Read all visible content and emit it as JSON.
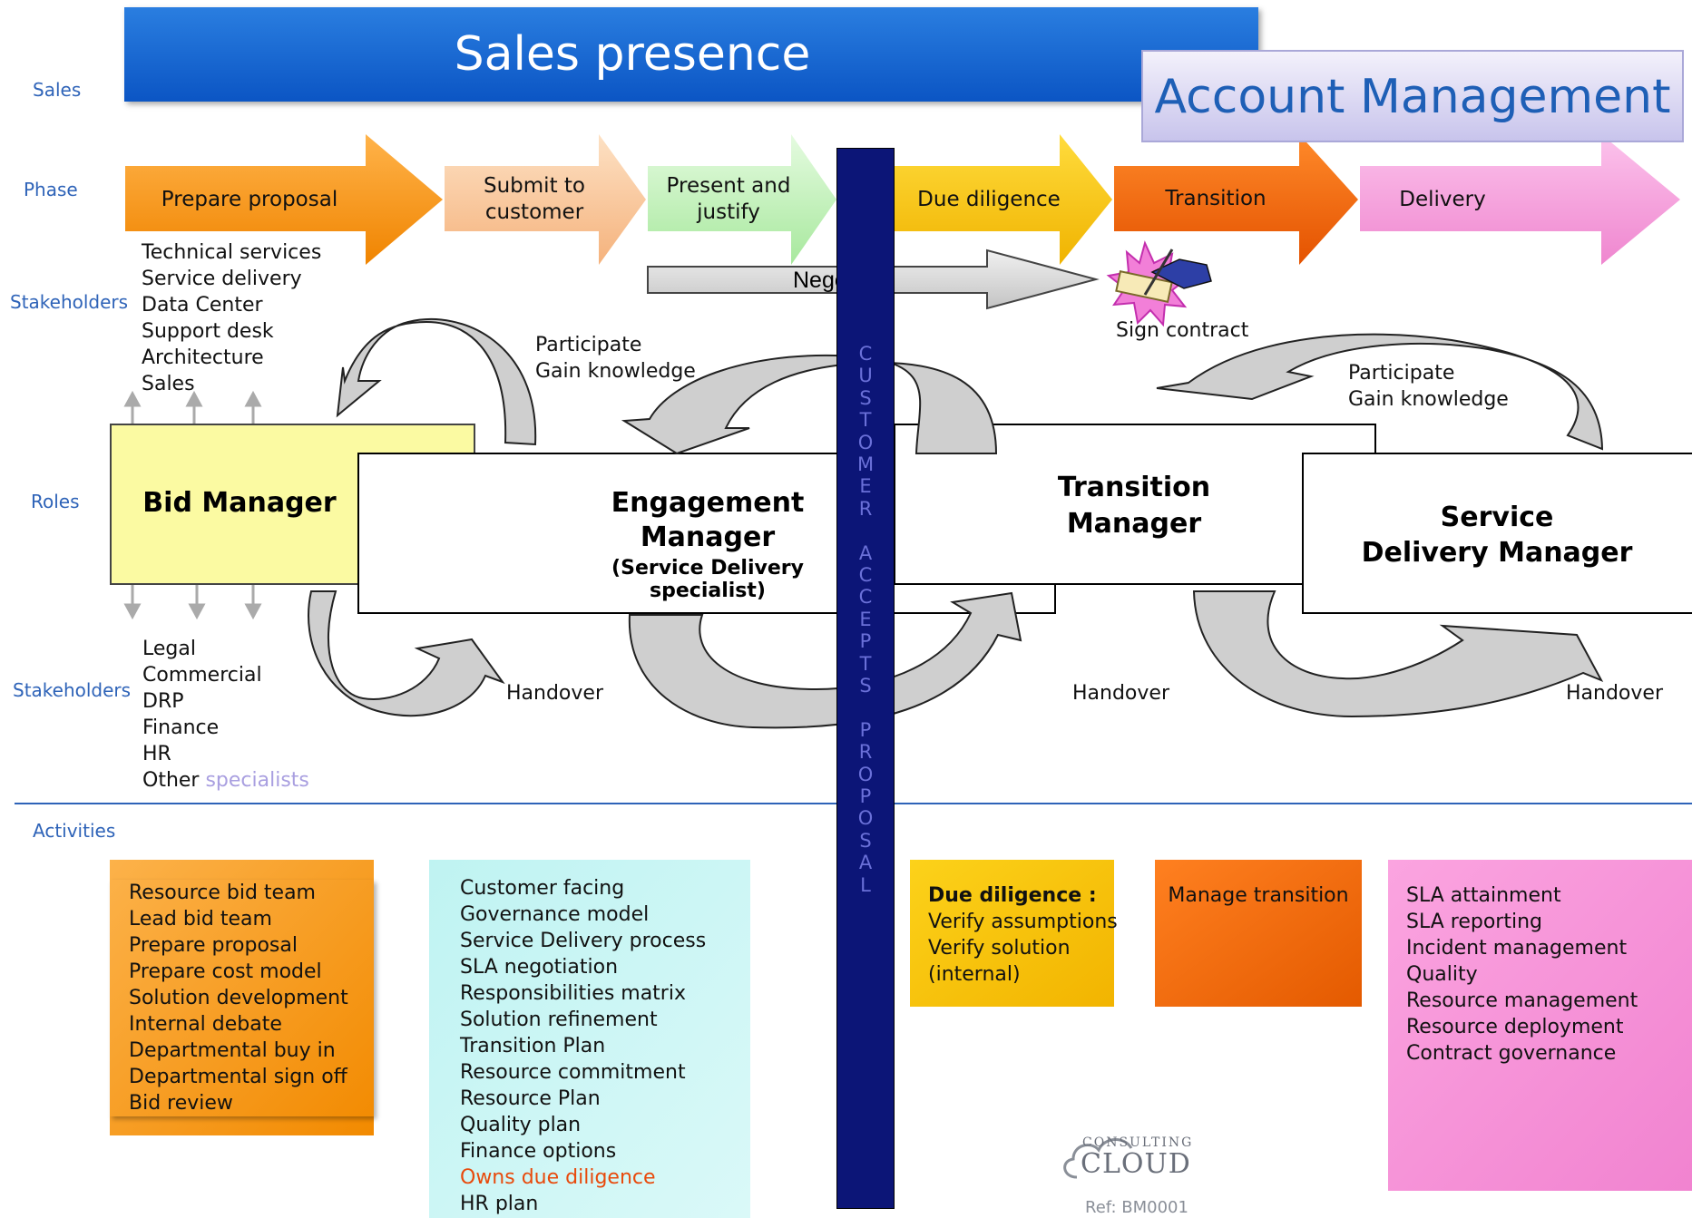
{
  "lanes": {
    "sales": "Sales",
    "phase": "Phase",
    "stakeholders_top": "Stakeholders",
    "roles": "Roles",
    "stakeholders_bottom": "Stakeholders",
    "activities": "Activities"
  },
  "banners": {
    "sales_presence": "Sales presence",
    "account_management": "Account Management"
  },
  "phases": [
    {
      "label": "Prepare proposal",
      "color": "#f7930e"
    },
    {
      "label": "Submit to customer",
      "line1": "Submit to",
      "line2": "customer",
      "color": "#f7c79a"
    },
    {
      "label": "Present and justify",
      "line1": "Present and",
      "line2": "justify",
      "color": "#c6f2c0"
    },
    {
      "label": "Due diligence",
      "color": "#f8c400"
    },
    {
      "label": "Transition",
      "color": "#f26a10"
    },
    {
      "label": "Delivery",
      "color": "#f59ad8"
    }
  ],
  "negotiate": "Negotiate",
  "sign_contract": "Sign contract",
  "customer_accepts_proposal": [
    "C",
    "U",
    "S",
    "T",
    "O",
    "M",
    "E",
    "R",
    "",
    "A",
    "C",
    "C",
    "E",
    "P",
    "T",
    "S",
    "",
    "P",
    "R",
    "O",
    "P",
    "O",
    "S",
    "A",
    "L"
  ],
  "stakeholders_top": [
    "Technical services",
    "Service delivery",
    "Data Center",
    "Support desk",
    "Architecture",
    "Sales"
  ],
  "stakeholders_bottom": [
    "Legal",
    "Commercial",
    "DRP",
    "Finance",
    "HR"
  ],
  "stakeholders_bottom_other": "Other",
  "stakeholders_bottom_other_specialists": "specialists",
  "roles": {
    "bid_manager": "Bid Manager",
    "engagement_manager_line1": "Engagement",
    "engagement_manager_line2": "Manager",
    "engagement_manager_sub": "(Service Delivery specialist)",
    "transition_manager_line1": "Transition",
    "transition_manager_line2": "Manager",
    "service_delivery_manager_line1": "Service",
    "service_delivery_manager_line2": "Delivery Manager"
  },
  "notes": {
    "participate_1": "Participate",
    "gain_knowledge_1": "Gain knowledge",
    "participate_2": "Participate",
    "gain_knowledge_2": "Gain knowledge",
    "handover_1": "Handover",
    "handover_2": "Handover",
    "handover_3": "Handover"
  },
  "activities": {
    "bid": [
      "Resource bid team",
      "Lead bid team",
      "Prepare proposal",
      "Prepare cost model",
      "Solution development",
      "Internal debate",
      "Departmental buy in",
      "Departmental sign off",
      "Bid review"
    ],
    "engagement": [
      "Customer facing",
      "Governance model",
      "Service Delivery process",
      "SLA negotiation",
      "Responsibilities matrix",
      "Solution refinement",
      "Transition Plan",
      "Resource commitment",
      "Resource Plan",
      "Quality plan",
      "Finance options"
    ],
    "engagement_highlight": "Owns due diligence",
    "engagement_last": "HR plan",
    "due_diligence_title": "Due diligence :",
    "due_diligence": [
      "Verify assumptions",
      "Verify solution",
      "(internal)"
    ],
    "transition": "Manage transition",
    "delivery": [
      "SLA attainment",
      "SLA reporting",
      "Incident management",
      "Quality",
      "Resource management",
      "Resource deployment",
      "Contract governance"
    ]
  },
  "colors": {
    "bid_box": "#f7930e",
    "engagement_box": "#c8f6f4",
    "due_box": "#f8c400",
    "transition_box": "#f26a10",
    "delivery_box": "#f595d8",
    "customer_bar": "#0c1577",
    "lane_label": "#2e63b8"
  },
  "logo": {
    "consulting": "CONSULTING",
    "cloud": "CLOUD",
    "ref": "Ref: BM0001"
  }
}
